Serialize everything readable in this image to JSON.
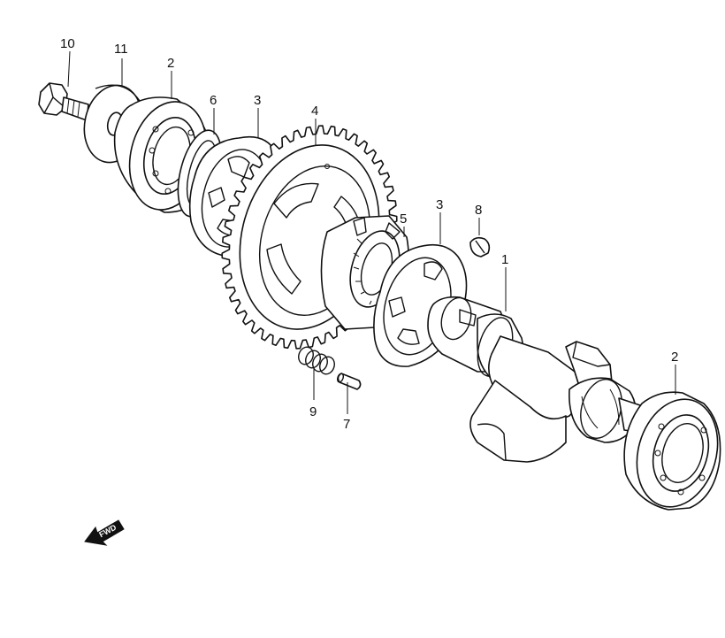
{
  "callouts": {
    "c10": "10",
    "c11": "11",
    "c2_top": "2",
    "c6": "6",
    "c3_top": "3",
    "c4": "4",
    "c5": "5",
    "c3_mid": "3",
    "c8": "8",
    "c1": "1",
    "c2_right": "2",
    "c9": "9",
    "c7": "7"
  },
  "fwd_label": "FWD"
}
